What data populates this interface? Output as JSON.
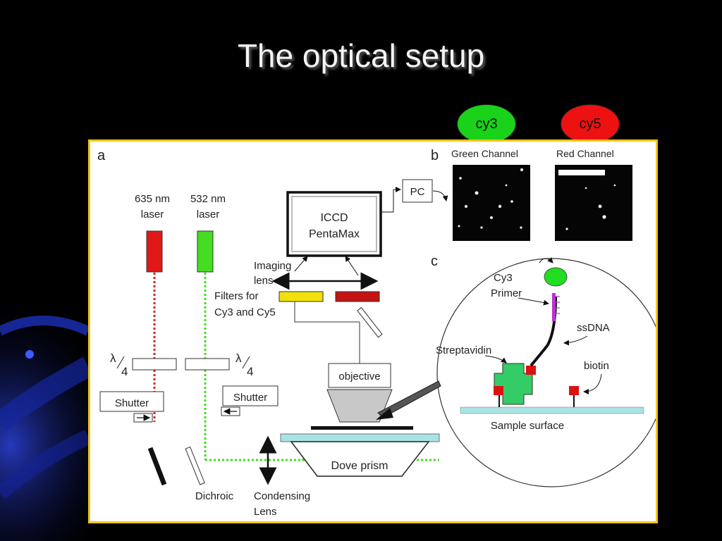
{
  "slide": {
    "title": "The optical setup"
  },
  "badges": {
    "cy3": {
      "label": "cy3",
      "color": "#19d219"
    },
    "cy5": {
      "label": "cy5",
      "color": "#ee1111"
    }
  },
  "panel_a": {
    "label": "a",
    "laser_red": {
      "line1": "635 nm",
      "line2": "laser",
      "color": "#e01818"
    },
    "laser_green": {
      "line1": "532 nm",
      "line2": "laser",
      "color": "#44dd22"
    },
    "quarter_wave_left": {
      "lambda": "λ",
      "four": "4"
    },
    "quarter_wave_right": {
      "lambda": "λ",
      "four": "4"
    },
    "shutter_left": "Shutter",
    "shutter_right": "Shutter",
    "dichroic": "Dichroic",
    "condensing_lens": {
      "line1": "Condensing",
      "line2": "Lens"
    },
    "dove_prism": "Dove prism",
    "objective": "objective",
    "filters": {
      "line1": "Filters for",
      "line2": "Cy3 and Cy5",
      "cy3_color": "#f2e00a",
      "cy5_color": "#c31414"
    },
    "imaging_lens": {
      "line1": "Imaging",
      "line2": "lens"
    },
    "iccd": {
      "line1": "ICCD",
      "line2": "PentaMax"
    },
    "pc": "PC"
  },
  "panel_b": {
    "label": "b",
    "green_channel": "Green Channel",
    "red_channel": "Red Channel"
  },
  "panel_c": {
    "label": "c",
    "cy3_primer": {
      "line1": "Cy3",
      "line2": "Primer"
    },
    "ssdna": "ssDNA",
    "streptavidin": "Streptavidin",
    "biotin": "biotin",
    "sample_surface": "Sample surface",
    "streptavidin_color": "#33cc66",
    "biotin_color": "#dd1111",
    "dye_color": "#22dd22",
    "primer_color": "#bb33cc",
    "surface_color": "#a9e3e3"
  }
}
